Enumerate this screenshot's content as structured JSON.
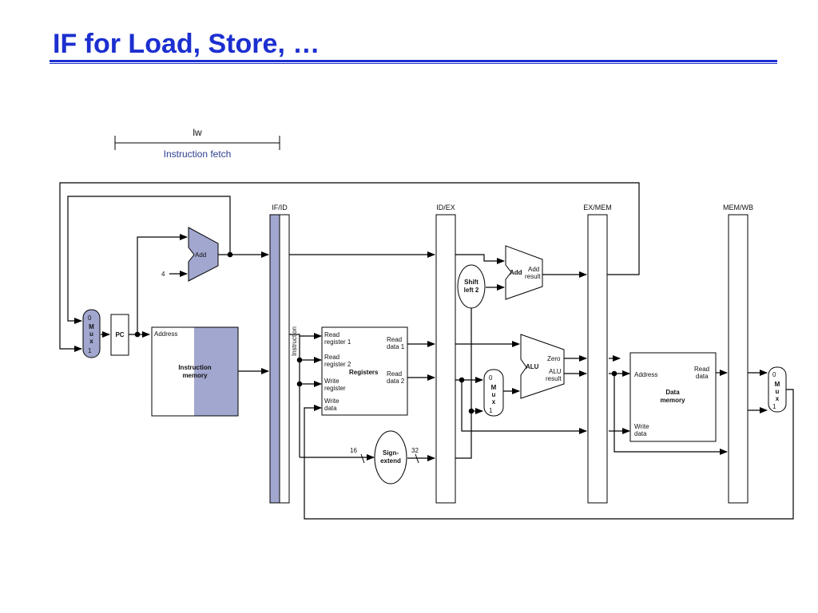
{
  "slide": {
    "title": "IF for Load, Store, …"
  },
  "stage_header": {
    "instruction": "lw",
    "stage": "Instruction fetch"
  },
  "colors": {
    "title": "#1c2fd0",
    "highlight": "#a2a7cf",
    "stage_label": "#2b3d8f"
  },
  "pipeline_registers": {
    "if_id": "IF/ID",
    "id_ex": "ID/EX",
    "ex_mem": "EX/MEM",
    "mem_wb": "MEM/WB"
  },
  "fetch": {
    "constant_four": "4",
    "add_label": "Add",
    "pc_label": "PC",
    "mux_in0": "0",
    "mux_letters": [
      "M",
      "u",
      "x"
    ],
    "mux_in1": "1",
    "imem_address": "Address",
    "imem_line1": "Instruction",
    "imem_line2": "memory"
  },
  "decode": {
    "instruction_bus": "Instruction",
    "read_reg1_a": "Read",
    "read_reg1_b": "register 1",
    "read_reg2_a": "Read",
    "read_reg2_b": "register 2",
    "write_reg_a": "Write",
    "write_reg_b": "register",
    "write_data_a": "Write",
    "write_data_b": "data",
    "read_data1_a": "Read",
    "read_data1_b": "data 1",
    "read_data2_a": "Read",
    "read_data2_b": "data 2",
    "registers_label": "Registers",
    "sign_extend_a": "Sign-",
    "sign_extend_b": "extend",
    "width_in": "16",
    "width_out": "32"
  },
  "execute": {
    "shift_a": "Shift",
    "shift_b": "left 2",
    "add_label": "Add",
    "add_result_a": "Add",
    "add_result_b": "result",
    "alu_label": "ALU",
    "zero_label": "Zero",
    "alu_result_a": "ALU",
    "alu_result_b": "result",
    "mux_in0": "0",
    "mux_letters": [
      "M",
      "u",
      "x"
    ],
    "mux_in1": "1"
  },
  "memory": {
    "address": "Address",
    "read_data_a": "Read",
    "read_data_b": "data",
    "label_a": "Data",
    "label_b": "memory",
    "write_data_a": "Write",
    "write_data_b": "data"
  },
  "writeback": {
    "mux_in0": "0",
    "mux_letters": [
      "M",
      "u",
      "x"
    ],
    "mux_in1": "1"
  }
}
